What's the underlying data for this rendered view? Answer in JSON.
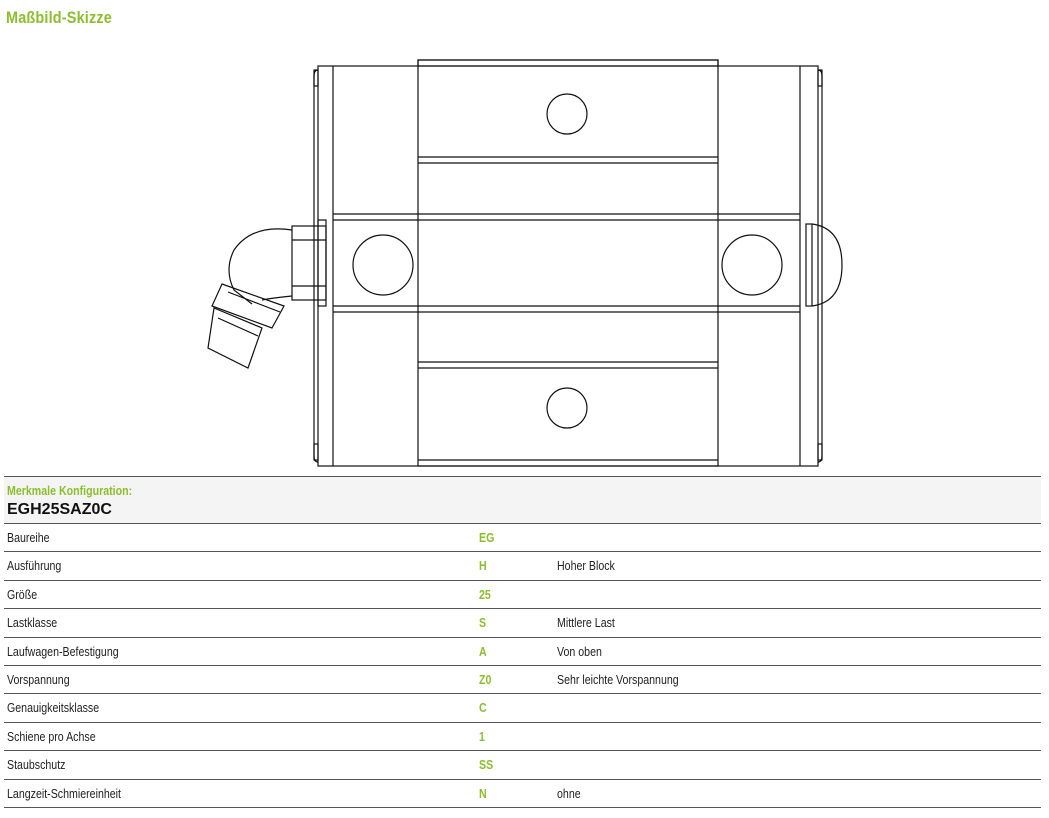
{
  "section": {
    "title": "Maßbild-Skizze"
  },
  "config": {
    "label": "Merkmale Konfiguration:",
    "code": "EGH25SAZ0C",
    "rows": [
      {
        "name": "Baureihe",
        "code": "EG",
        "desc": ""
      },
      {
        "name": "Ausführung",
        "code": "H",
        "desc": "Hoher Block"
      },
      {
        "name": "Größe",
        "code": "25",
        "desc": ""
      },
      {
        "name": "Lastklasse",
        "code": "S",
        "desc": "Mittlere Last"
      },
      {
        "name": "Laufwagen-Befestigung",
        "code": "A",
        "desc": "Von oben"
      },
      {
        "name": "Vorspannung",
        "code": "Z0",
        "desc": "Sehr leichte Vorspannung"
      },
      {
        "name": "Genauigkeitsklasse",
        "code": "C",
        "desc": ""
      },
      {
        "name": "Schiene pro Achse",
        "code": "1",
        "desc": ""
      },
      {
        "name": "Staubschutz",
        "code": "SS",
        "desc": ""
      },
      {
        "name": "Langzeit-Schmiereinheit",
        "code": "N",
        "desc": "ohne"
      }
    ]
  },
  "colors": {
    "accent": "#8cbe2c",
    "text": "#222222",
    "line": "#555555"
  }
}
